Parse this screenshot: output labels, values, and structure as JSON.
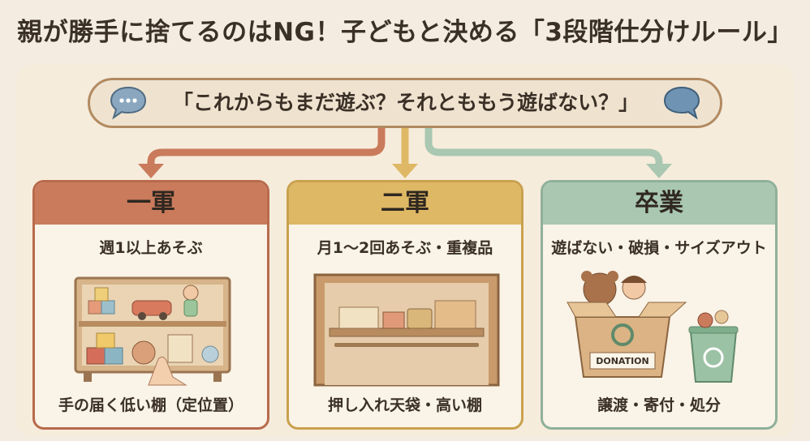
{
  "title": "親が勝手に捨てるのはNG！子どもと決める「3段階仕分けルール」",
  "question": "「これからもまだ遊ぶ？それとももう遊ばない？」",
  "icons": {
    "left": "chat-bubble-icon",
    "right": "chat-bubble-icon"
  },
  "colors": {
    "tier1": "#c97b5b",
    "tier2": "#dfb865",
    "tier3": "#a9c7b1",
    "bubble_border": "#b28a61"
  },
  "categories": [
    {
      "heading": "一軍",
      "criteria": "週1以上あそぶ",
      "storage": "手の届く低い棚（定位置）"
    },
    {
      "heading": "二軍",
      "criteria": "月1〜2回あそぶ・重複品",
      "storage": "押し入れ天袋・高い棚"
    },
    {
      "heading": "卒業",
      "criteria": "遊ばない・破損・サイズアウト",
      "storage": "譲渡・寄付・処分",
      "box_label": "DONATION"
    }
  ]
}
